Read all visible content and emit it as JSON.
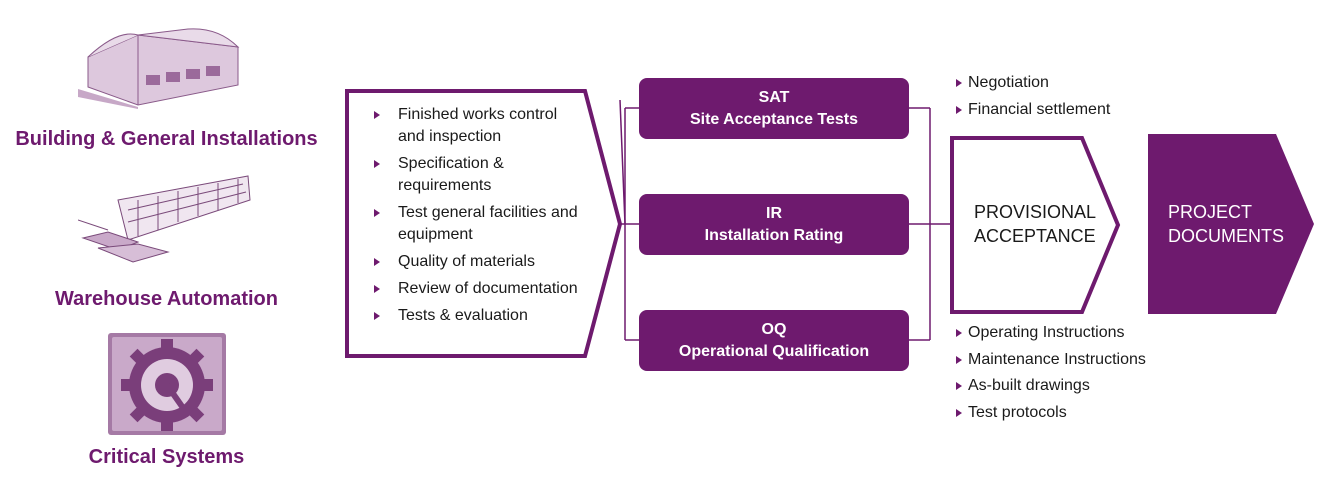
{
  "categories": [
    {
      "label": "Building & General Installations",
      "icon": "warehouse-building-icon"
    },
    {
      "label": "Warehouse Automation",
      "icon": "conveyor-rack-icon"
    },
    {
      "label": "Critical Systems",
      "icon": "gear-icon"
    }
  ],
  "checklist": {
    "items": [
      "Finished works control and inspection",
      "Specification & requirements",
      "Test general facilities and equipment",
      "Quality of materials",
      "Review of documentation",
      "Tests & evaluation"
    ]
  },
  "stages": [
    {
      "code": "SAT",
      "name": "Site Acceptance Tests"
    },
    {
      "code": "IR",
      "name": "Installation Rating"
    },
    {
      "code": "OQ",
      "name": "Operational Qualification"
    }
  ],
  "top_notes": [
    "Negotiation",
    "Financial settlement"
  ],
  "bottom_notes": [
    "Operating Instructions",
    "Maintenance Instructions",
    "As-built drawings",
    "Test protocols"
  ],
  "provisional": {
    "line1": "PROVISIONAL",
    "line2": "ACCEPTANCE"
  },
  "project": {
    "line1": "PROJECT",
    "line2": "DOCUMENTS"
  },
  "colors": {
    "accent": "#6e1a6e",
    "icon_fill": "#b690b6"
  }
}
